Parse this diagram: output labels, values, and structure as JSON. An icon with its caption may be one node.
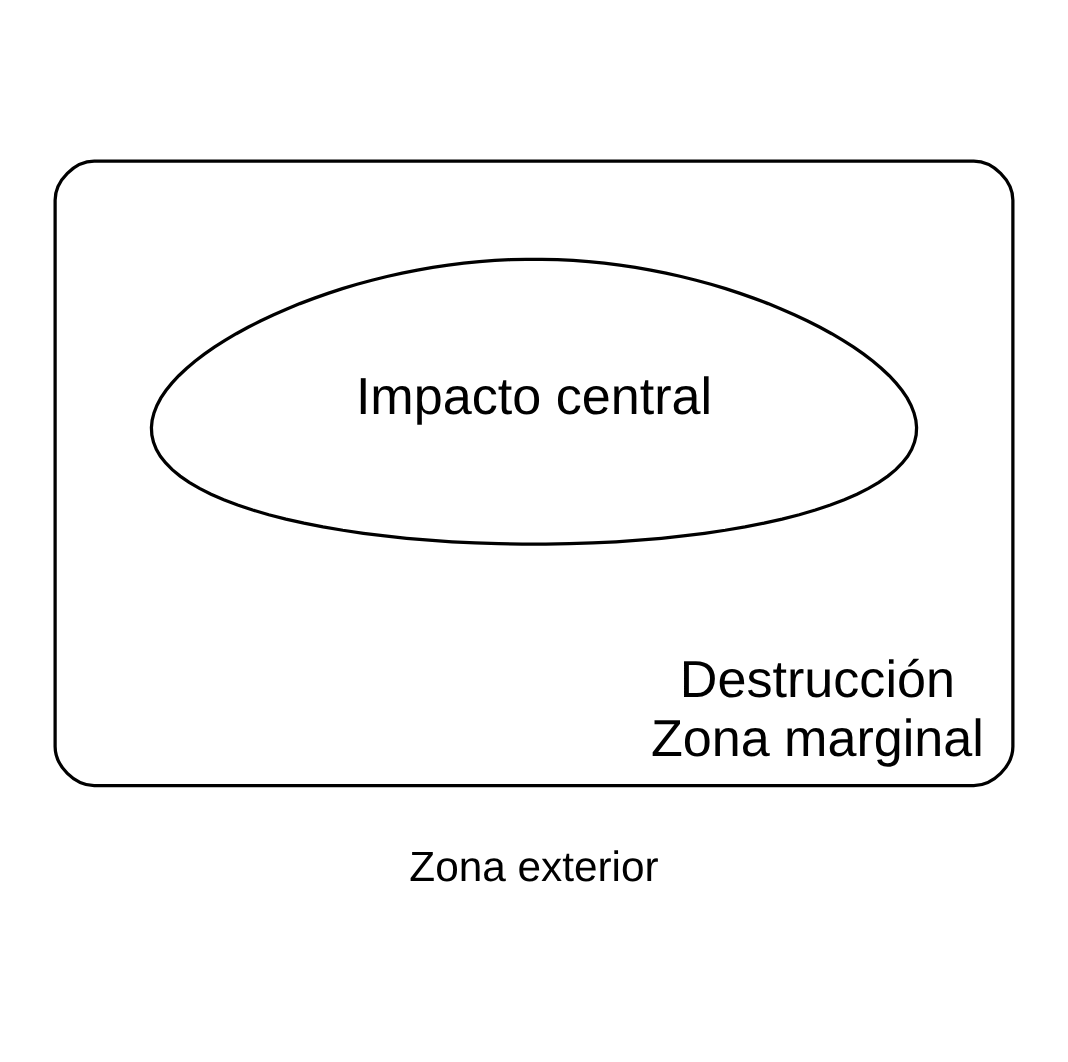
{
  "diagram": {
    "nodes": [
      {
        "text": [
          "Destrucción",
          "Zona marginal"
        ]
      },
      {
        "text": [
          "Impacto central"
        ],
        "in": 0
      }
    ],
    "edges": [],
    "labels": [
      "Zona exterior"
    ]
  }
}
